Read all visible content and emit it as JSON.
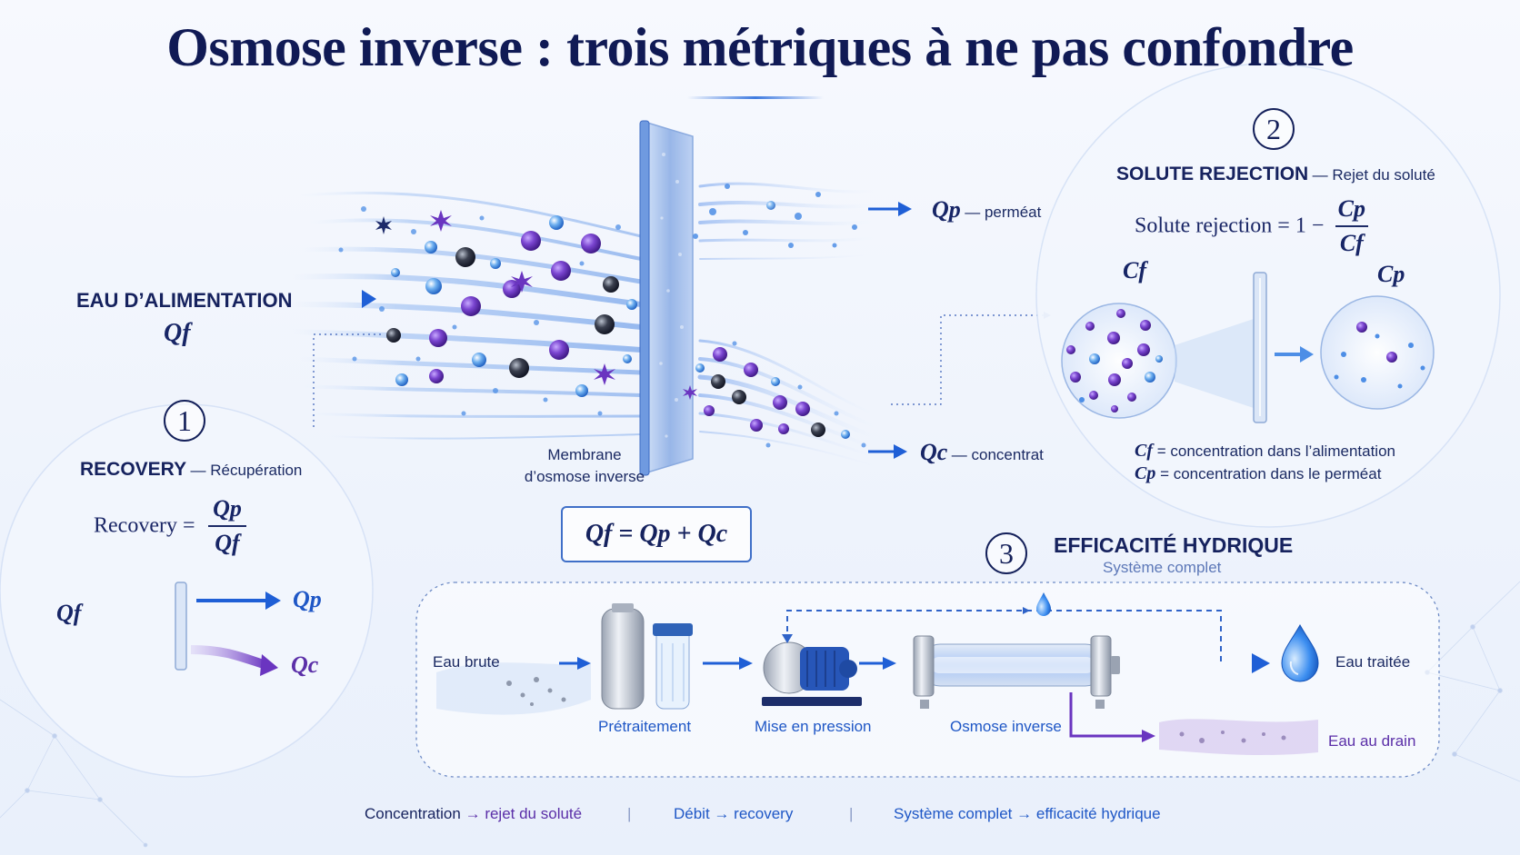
{
  "title": "Osmose inverse : trois métriques à ne pas confondre",
  "feed": {
    "label": "EAU D’ALIMENTATION",
    "symbol": "Qf"
  },
  "membrane": {
    "label_line1": "Membrane",
    "label_line2": "d’osmose inverse"
  },
  "outputs": {
    "permeate_symbol": "Qp",
    "permeate_label": "— perméat",
    "concentrate_symbol": "Qc",
    "concentrate_label": "— concentrat"
  },
  "balance_equation": "Qf = Qp + Qc",
  "recovery": {
    "number": "1",
    "title": "RECOVERY",
    "subtitle": "— Récupération",
    "formula_lhs": "Recovery  =",
    "numerator": "Qp",
    "denominator": "Qf",
    "diagram_in": "Qf",
    "diagram_out_p": "Qp",
    "diagram_out_c": "Qc"
  },
  "rejection": {
    "number": "2",
    "title": "SOLUTE REJECTION",
    "subtitle": "— Rejet du soluté",
    "formula_lhs": "Solute rejection  =  1  −",
    "numerator": "Cp",
    "denominator": "Cf",
    "circle_left": "Cf",
    "circle_right": "Cp",
    "legend_cf_symbol": "Cf",
    "legend_cf_text": "= concentration dans l’alimentation",
    "legend_cp_symbol": "Cp",
    "legend_cp_text": "= concentration dans le perméat"
  },
  "efficiency": {
    "number": "3",
    "title": "EFFICACITÉ HYDRIQUE",
    "subtitle": "Système complet",
    "steps": {
      "raw": "Eau brute",
      "pretreatment": "Prétraitement",
      "pressure": "Mise en pression",
      "ro": "Osmose inverse",
      "treated": "Eau traitée",
      "drain": "Eau au drain"
    }
  },
  "footer": {
    "item1_a": "Concentration",
    "item1_b": "rejet du soluté",
    "item2_a": "Débit",
    "item2_b": "recovery",
    "item3_a": "Système complet",
    "item3_b": "efficacité hydrique",
    "arrow": "→",
    "separator": "|"
  },
  "colors": {
    "navy": "#14205a",
    "blue": "#1f5fd6",
    "purple": "#5b2fa8",
    "light_blue": "#9cc0f2"
  },
  "icons": [
    "flow-arrow-icon",
    "water-drop-icon",
    "filter-tank-icon",
    "pump-icon",
    "ro-vessel-icon",
    "membrane-icon"
  ]
}
